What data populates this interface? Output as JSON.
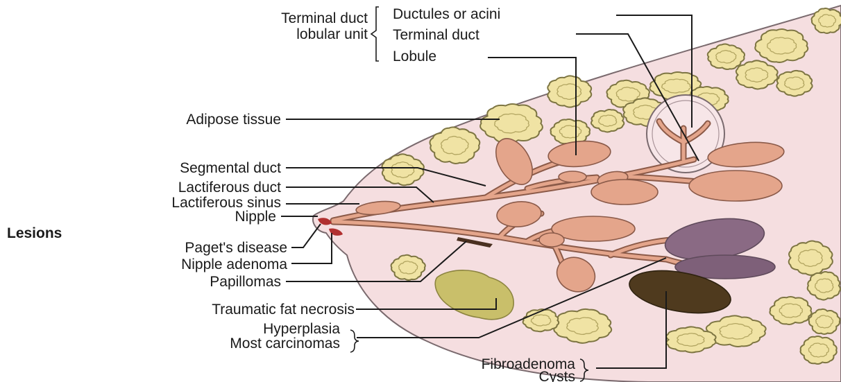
{
  "labels": {
    "terminal_duct_lobular_unit": [
      "Terminal duct",
      "lobular unit"
    ],
    "ductules_or_acini": "Ductules or acini",
    "terminal_duct": "Terminal duct",
    "lobule": "Lobule",
    "adipose_tissue": "Adipose tissue",
    "segmental_duct": "Segmental duct",
    "lactiferous_duct": "Lactiferous duct",
    "lactiferous_sinus": "Lactiferous sinus",
    "nipple": "Nipple",
    "lesions_heading": "Lesions",
    "pagets_disease": "Paget's disease",
    "nipple_adenoma": "Nipple adenoma",
    "papillomas": "Papillomas",
    "traumatic_fat_necrosis": "Traumatic fat necrosis",
    "hyperplasia": "Hyperplasia",
    "most_carcinomas": "Most carcinomas",
    "fibroadenoma": "Fibroadenoma",
    "cysts": "Cysts"
  },
  "colors": {
    "breast_skin": "#f5dee0",
    "breast_outline": "#7a6a6e",
    "adipose_fill": "#f0e3a4",
    "lobule_fill": "#e4a58b",
    "duct_line": "#8b5a48",
    "fat_necrosis": "#c9bf6a",
    "lesion_purple": "#8a6a84",
    "fibroadenoma_dark": "#4f3a1e",
    "paget_red": "#b13030"
  }
}
